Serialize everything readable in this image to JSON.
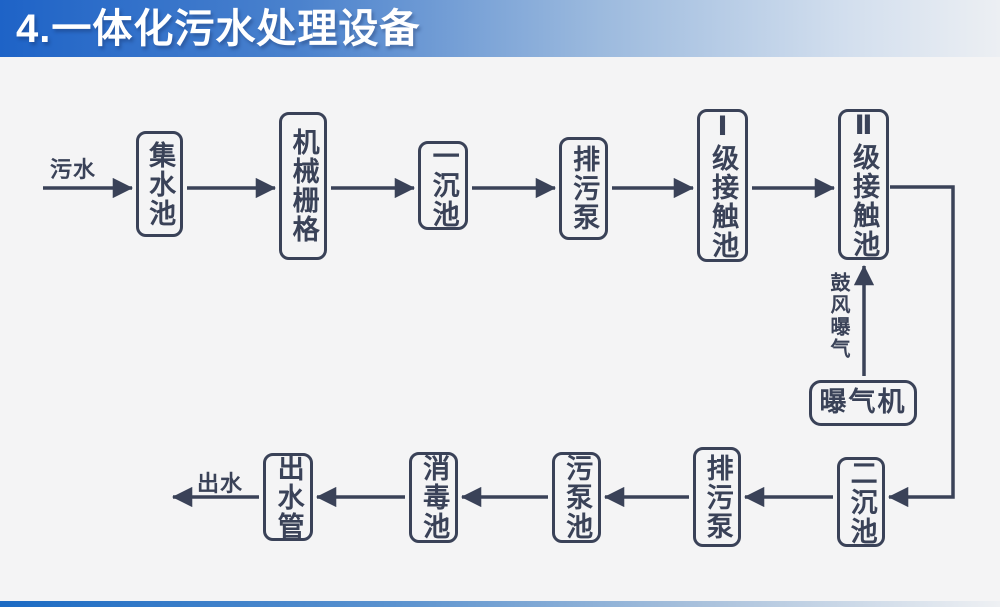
{
  "title": "4.一体化污水处理设备",
  "colors": {
    "accent_blue": "#1e63c7",
    "ink_navy": "#3a4258",
    "background": "#f4f4f5"
  },
  "flow": {
    "inflow_label": "污水",
    "outflow_label": "出水",
    "aeration_label": "鼓风曝气",
    "nodes": [
      {
        "id": "collection-tank",
        "label": "集水池"
      },
      {
        "id": "mechanical-grid",
        "label": "机械栅格"
      },
      {
        "id": "primary-sedimentation-tank",
        "label": "一沉池"
      },
      {
        "id": "sewage-pump-upper",
        "label": "排污泵"
      },
      {
        "id": "stage1-contact-tank",
        "label": "Ⅰ级接触池"
      },
      {
        "id": "stage2-contact-tank",
        "label": "Ⅱ级接触池"
      },
      {
        "id": "aerator",
        "label": "曝气机"
      },
      {
        "id": "secondary-sedimentation-tank",
        "label": "二沉池"
      },
      {
        "id": "sewage-pump-lower",
        "label": "排污泵"
      },
      {
        "id": "sludge-pump-tank",
        "label": "污泵池"
      },
      {
        "id": "disinfection-tank",
        "label": "消毒池"
      },
      {
        "id": "outlet-pipe",
        "label": "出水管"
      }
    ],
    "edges": [
      {
        "from": "inflow",
        "to": "collection-tank"
      },
      {
        "from": "collection-tank",
        "to": "mechanical-grid"
      },
      {
        "from": "mechanical-grid",
        "to": "primary-sedimentation-tank"
      },
      {
        "from": "primary-sedimentation-tank",
        "to": "sewage-pump-upper"
      },
      {
        "from": "sewage-pump-upper",
        "to": "stage1-contact-tank"
      },
      {
        "from": "stage1-contact-tank",
        "to": "stage2-contact-tank"
      },
      {
        "from": "stage2-contact-tank",
        "to": "secondary-sedimentation-tank"
      },
      {
        "from": "aerator",
        "to": "stage2-contact-tank",
        "label": "鼓风曝气"
      },
      {
        "from": "secondary-sedimentation-tank",
        "to": "sewage-pump-lower"
      },
      {
        "from": "sewage-pump-lower",
        "to": "sludge-pump-tank"
      },
      {
        "from": "sludge-pump-tank",
        "to": "disinfection-tank"
      },
      {
        "from": "disinfection-tank",
        "to": "outlet-pipe"
      },
      {
        "from": "outlet-pipe",
        "to": "outflow"
      }
    ]
  }
}
